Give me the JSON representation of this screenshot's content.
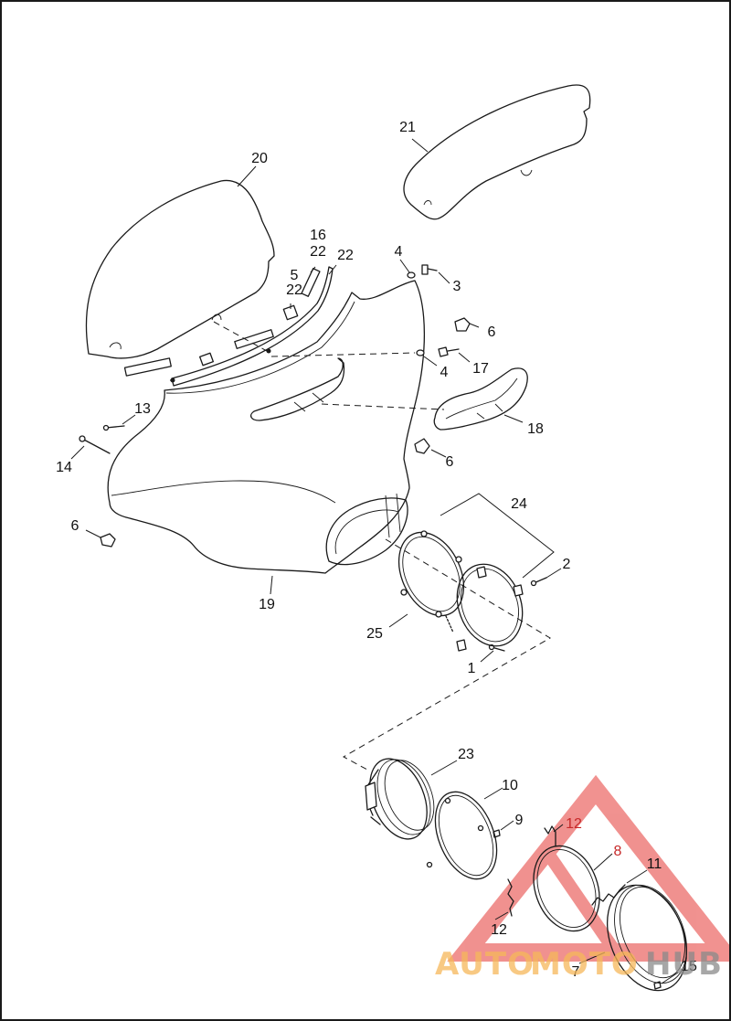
{
  "diagram": {
    "callouts": [
      {
        "id": "c21",
        "label": "21"
      },
      {
        "id": "c20",
        "label": "20"
      },
      {
        "id": "c16",
        "label": "16"
      },
      {
        "id": "c22a",
        "label": "22"
      },
      {
        "id": "c22b",
        "label": "22"
      },
      {
        "id": "c5",
        "label": "5"
      },
      {
        "id": "c22c",
        "label": "22"
      },
      {
        "id": "c4a",
        "label": "4"
      },
      {
        "id": "c3",
        "label": "3"
      },
      {
        "id": "c6a",
        "label": "6"
      },
      {
        "id": "c17",
        "label": "17"
      },
      {
        "id": "c4b",
        "label": "4"
      },
      {
        "id": "c18",
        "label": "18"
      },
      {
        "id": "c13",
        "label": "13"
      },
      {
        "id": "c14",
        "label": "14"
      },
      {
        "id": "c6b",
        "label": "6"
      },
      {
        "id": "c6c",
        "label": "6"
      },
      {
        "id": "c24",
        "label": "24"
      },
      {
        "id": "c2",
        "label": "2"
      },
      {
        "id": "c19",
        "label": "19"
      },
      {
        "id": "c25",
        "label": "25"
      },
      {
        "id": "c1",
        "label": "1"
      },
      {
        "id": "c23",
        "label": "23"
      },
      {
        "id": "c10",
        "label": "10"
      },
      {
        "id": "c9",
        "label": "9"
      },
      {
        "id": "c12a",
        "label": "12"
      },
      {
        "id": "c8",
        "label": "8"
      },
      {
        "id": "c11",
        "label": "11"
      },
      {
        "id": "c12b",
        "label": "12"
      },
      {
        "id": "c7",
        "label": "7"
      },
      {
        "id": "c15",
        "label": "15"
      }
    ],
    "colors": {
      "line": "#1a1a1a",
      "callout_highlight": "#c62828"
    }
  },
  "watermark": {
    "part1": "AUTO",
    "part2": "MOTO",
    "part3": "HUB",
    "colors": {
      "triangle": "#e53935",
      "text_warm": "#f6b85a",
      "text_cool": "#8a8a8a"
    }
  }
}
